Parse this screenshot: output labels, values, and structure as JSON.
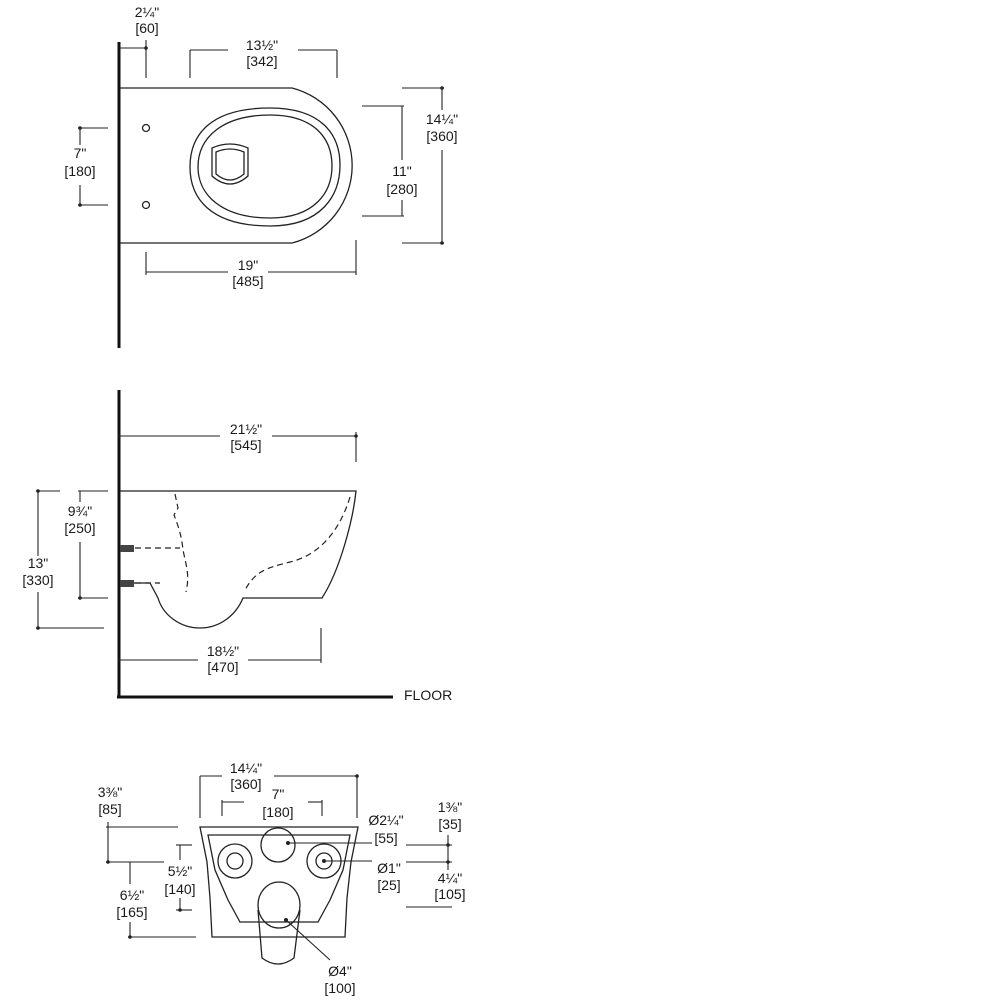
{
  "top_view": {
    "wall_offset": {
      "in": "2¼\"",
      "mm": "[60]"
    },
    "bowl_opening_width": {
      "in": "13½\"",
      "mm": "[342]"
    },
    "overall_width": {
      "in": "14¼\"",
      "mm": "[360]"
    },
    "opening_width": {
      "in": "11\"",
      "mm": "[280]"
    },
    "bolt_spacing": {
      "in": "7\"",
      "mm": "[180]"
    },
    "length": {
      "in": "19\"",
      "mm": "[485]"
    }
  },
  "side_view": {
    "overall_depth": {
      "in": "21½\"",
      "mm": "[545]"
    },
    "upper_height": {
      "in": "9¾\"",
      "mm": "[250]"
    },
    "total_height": {
      "in": "13\"",
      "mm": "[330]"
    },
    "bottom_length": {
      "in": "18½\"",
      "mm": "[470]"
    },
    "floor_label": "FLOOR"
  },
  "rear_view": {
    "overall_width": {
      "in": "14¼\"",
      "mm": "[360]"
    },
    "bolt_spacing": {
      "in": "7\"",
      "mm": "[180]"
    },
    "top_offset": {
      "in": "3⅜\"",
      "mm": "[85]"
    },
    "bolt_height": {
      "in": "5½\"",
      "mm": "[140]"
    },
    "outlet_height": {
      "in": "6½\"",
      "mm": "[165]"
    },
    "inlet_diameter": {
      "in": "Ø2¼\"",
      "mm": "[55]"
    },
    "bolt_hole_diameter": {
      "in": "Ø1\"",
      "mm": "[25]"
    },
    "right_top": {
      "in": "1⅜\"",
      "mm": "[35]"
    },
    "right_bottom": {
      "in": "4¼\"",
      "mm": "[105]"
    },
    "outlet_diameter": {
      "in": "Ø4\"",
      "mm": "[100]"
    }
  }
}
